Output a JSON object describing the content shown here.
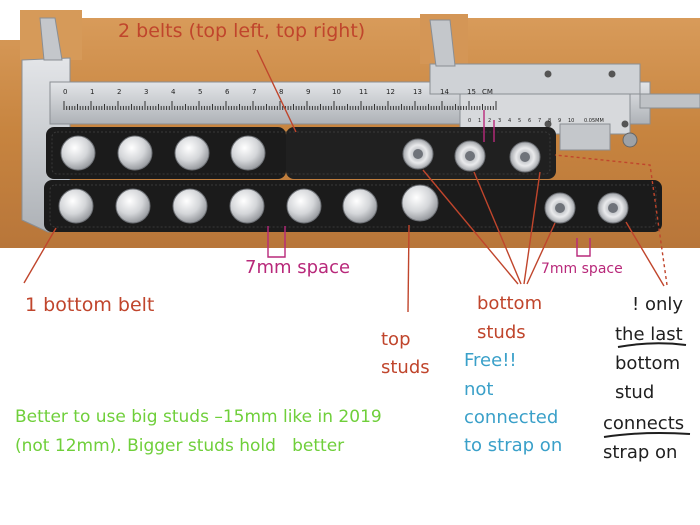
{
  "photo": {
    "ruler_numbers": [
      "0",
      "1",
      "2",
      "3",
      "4",
      "5",
      "6",
      "7",
      "8",
      "9",
      "10",
      "11",
      "12",
      "13",
      "14",
      "15"
    ],
    "ruler_unit": "CM",
    "vernier_numbers": [
      "0",
      "1",
      "2",
      "3",
      "4",
      "5",
      "6",
      "7",
      "8",
      "9",
      "10"
    ],
    "vernier_precision": "0.05MM"
  },
  "annotations": {
    "two_belts": "2 belts (top left, top right)",
    "space_left": "7mm space",
    "space_right": "7mm space",
    "one_bottom_belt": "1 bottom belt",
    "top_studs_1": "top",
    "top_studs_2": "studs",
    "bottom_studs_1": "bottom",
    "bottom_studs_2": "studs",
    "free_1": "Free!!",
    "free_2": "not",
    "free_3": "connected",
    "free_4": "to strap on",
    "only_1": "! only",
    "only_2": "the last",
    "only_3": "bottom",
    "only_4": "stud",
    "only_5": "connects",
    "only_6": "strap on",
    "advice_1": "Better to use big studs –15mm like in 2019",
    "advice_2": "(not 12mm). Bigger studs hold   better"
  },
  "colors": {
    "red_text": "#c0452c",
    "magenta_text": "#b8287a",
    "blue_text": "#3aa0c9",
    "green_text": "#6fcf3a",
    "wood": "#c98a4b",
    "steel": "#c9ccd0",
    "belt": "#1b1b1b"
  }
}
